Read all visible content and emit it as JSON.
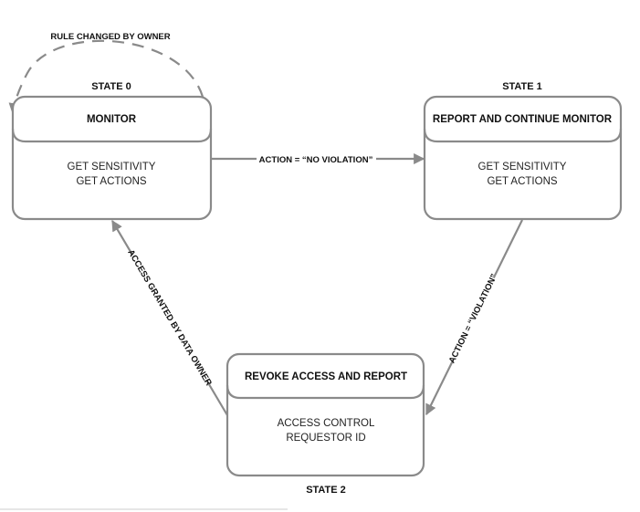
{
  "diagram": {
    "type": "state-machine",
    "colors": {
      "stroke": "#8a8a8a",
      "text": "#111111",
      "background": "#ffffff"
    },
    "states": [
      {
        "id": "state0",
        "state_label": "STATE 0",
        "title": "MONITOR",
        "body": [
          "GET SENSITIVITY",
          "GET ACTIONS"
        ]
      },
      {
        "id": "state1",
        "state_label": "STATE 1",
        "title": "REPORT AND  CONTINUE MONITOR",
        "body": [
          "GET SENSITIVITY",
          "GET ACTIONS"
        ]
      },
      {
        "id": "state2",
        "state_label": "STATE 2",
        "title": "REVOKE ACCESS AND REPORT",
        "body": [
          "ACCESS CONTROL",
          "REQUESTOR ID"
        ]
      }
    ],
    "transitions": [
      {
        "from": "state0",
        "to": "state0",
        "label": "RULE CHANGED BY OWNER",
        "style": "dashed"
      },
      {
        "from": "state0",
        "to": "state1",
        "label": "ACTION = “NO VIOLATION”",
        "style": "solid"
      },
      {
        "from": "state1",
        "to": "state2",
        "label": "ACTION = “VIOLATION”",
        "style": "solid"
      },
      {
        "from": "state2",
        "to": "state0",
        "label": "ACCESS GRANTED BY DATA OWNER",
        "style": "solid"
      }
    ]
  }
}
